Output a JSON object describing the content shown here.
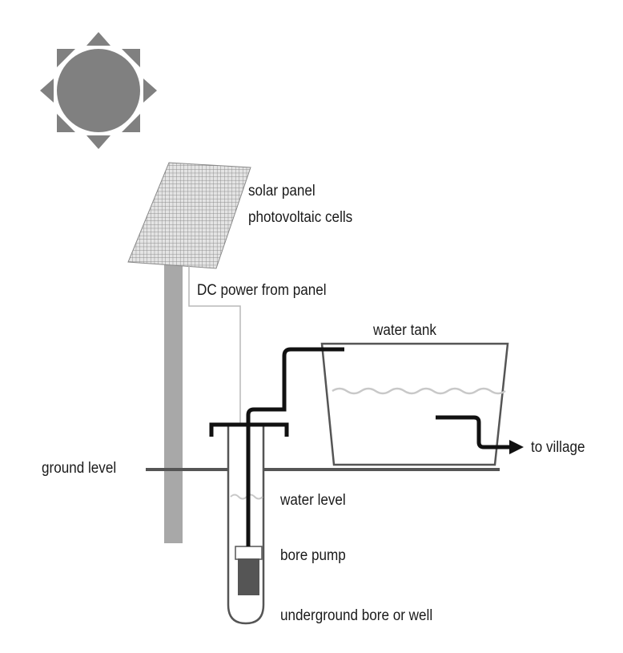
{
  "diagram": {
    "labels": {
      "solar_panel": "solar panel",
      "photovoltaic_cells": "photovoltaic cells",
      "dc_power": "DC power from panel",
      "water_tank": "water tank",
      "to_village": "to village",
      "ground_level": "ground level",
      "water_level": "water level",
      "bore_pump": "bore pump",
      "underground_bore": "underground bore or well"
    },
    "colors": {
      "sun": "#808080",
      "pole": "#a8a8a8",
      "pipe": "#111111",
      "ground": "#555555",
      "tank_outline": "#555555",
      "water_wave": "#c8c8c8",
      "pump_body": "#555555"
    }
  }
}
